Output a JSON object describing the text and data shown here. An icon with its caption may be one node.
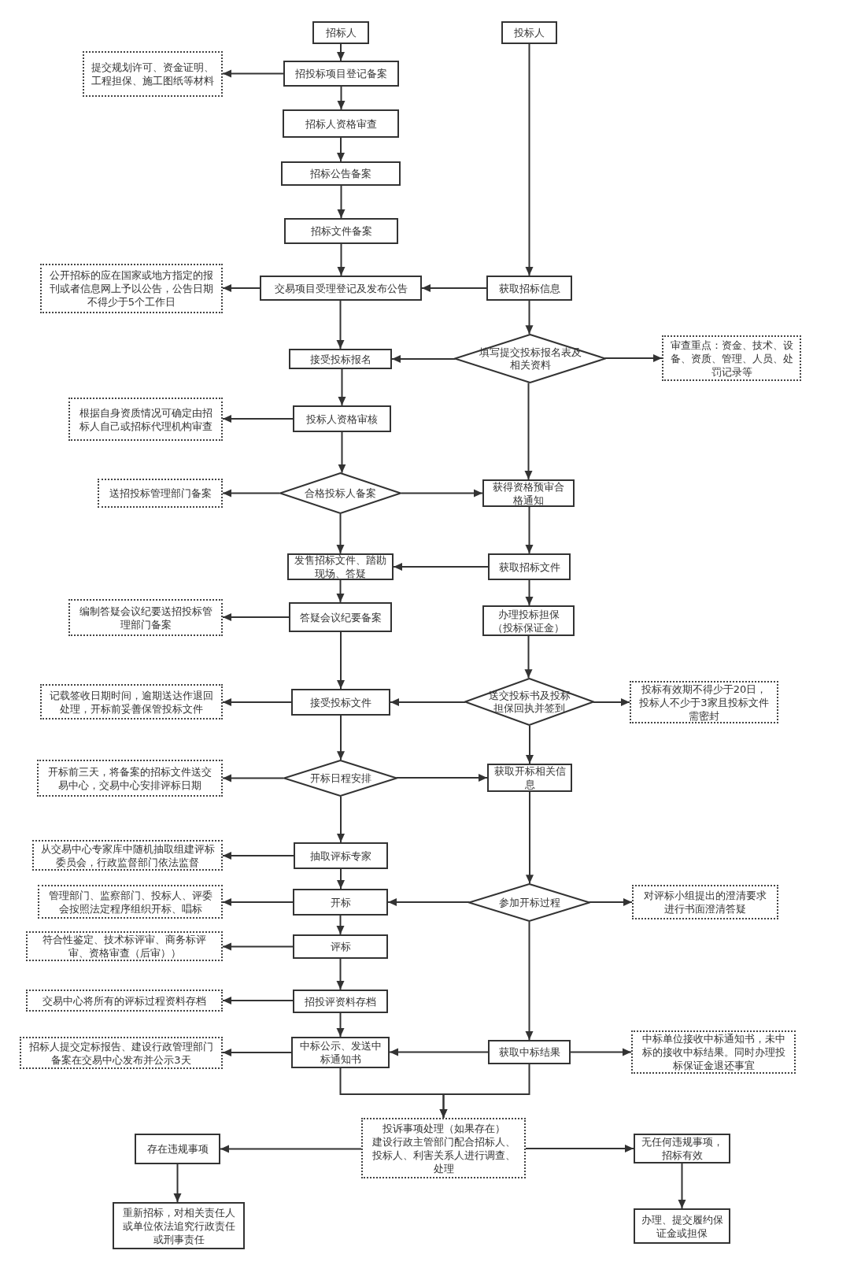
{
  "diagram": {
    "nodes": [
      {
        "text": [
          "招标人"
        ]
      },
      {
        "text": [
          "投标人"
        ]
      },
      {
        "text": [
          "招投标项目登记备案"
        ]
      },
      {
        "text": [
          "提交规划许可、资金证明、工程担保、施工图纸等材料"
        ]
      },
      {
        "text": [
          "招标人资格审查"
        ]
      },
      {
        "text": [
          "招标公告备案"
        ]
      },
      {
        "text": [
          "招标文件备案"
        ]
      },
      {
        "text": [
          "交易项目受理登记及发布公告"
        ]
      },
      {
        "text": [
          "公开招标的应在国家或地方指定的报刊或者信息网上予以公告，公告日期不得少于5个工作日"
        ]
      },
      {
        "text": [
          "获取招标信息"
        ]
      },
      {
        "text": [
          "接受投标报名"
        ]
      },
      {
        "text": [
          "填写提交投标报名表及相关资料"
        ]
      },
      {
        "text": [
          "审查重点：资金、技术、设备、资质、管理、人员、处罚记录等"
        ]
      },
      {
        "text": [
          "投标人资格审核"
        ]
      },
      {
        "text": [
          "根据自身资质情况可确定由招标人自己或招标代理机构审查"
        ]
      },
      {
        "text": [
          "合格投标人备案"
        ]
      },
      {
        "text": [
          "送招投标管理部门备案"
        ]
      },
      {
        "text": [
          "获得资格预审合格通知"
        ]
      },
      {
        "text": [
          "发售招标文件、踏勘现场、答疑"
        ]
      },
      {
        "text": [
          "获取招标文件"
        ]
      },
      {
        "text": [
          "答疑会议纪要备案"
        ]
      },
      {
        "text": [
          "编制答疑会议纪要送招投标管理部门备案"
        ]
      },
      {
        "text": [
          "办理投标担保（投标保证金）"
        ]
      },
      {
        "text": [
          "接受投标文件"
        ]
      },
      {
        "text": [
          "记载签收日期时间，逾期送达作退回处理，开标前妥善保管投标文件"
        ]
      },
      {
        "text": [
          "送交投标书及投标担保回执并签到"
        ]
      },
      {
        "text": [
          "投标有效期不得少于20日，投标人不少于3家且投标文件需密封"
        ]
      },
      {
        "text": [
          "开标日程安排"
        ]
      },
      {
        "text": [
          "开标前三天，将备案的招标文件送交易中心，交易中心安排评标日期"
        ]
      },
      {
        "text": [
          "获取开标相关信息"
        ]
      },
      {
        "text": [
          "抽取评标专家"
        ]
      },
      {
        "text": [
          "从交易中心专家库中随机抽取组建评标委员会，行政监督部门依法监督"
        ]
      },
      {
        "text": [
          "开标"
        ]
      },
      {
        "text": [
          "管理部门、监察部门、投标人、评委会按照法定程序组织开标、唱标"
        ]
      },
      {
        "text": [
          "参加开标过程"
        ]
      },
      {
        "text": [
          "对评标小组提出的澄清要求进行书面澄清答疑"
        ]
      },
      {
        "text": [
          "评标"
        ]
      },
      {
        "text": [
          "符合性鉴定、技术标评审、商务标评审、资格审查（后审））"
        ]
      },
      {
        "text": [
          "招投评资料存档"
        ]
      },
      {
        "text": [
          "交易中心将所有的评标过程资料存档"
        ]
      },
      {
        "text": [
          "中标公示、发送中标通知书"
        ]
      },
      {
        "text": [
          "招标人提交定标报告、建设行政管理部门备案在交易中心发布并公示3天"
        ]
      },
      {
        "text": [
          "获取中标结果"
        ]
      },
      {
        "text": [
          "中标单位接收中标通知书，未中标的接收中标结果。同时办理投标保证金退还事宜"
        ]
      },
      {
        "text": [
          "投诉事项处理（如果存在）",
          "建设行政主管部门配合招标人、投标人、利害关系人进行调查、处理"
        ]
      },
      {
        "text": [
          "存在违规事项"
        ]
      },
      {
        "text": [
          "无任何违规事项，招标有效"
        ]
      },
      {
        "text": [
          "重新招标，对相关责任人或单位依法追究行政责任或刑事责任"
        ]
      },
      {
        "text": [
          "办理、提交履约保证金或担保"
        ]
      }
    ],
    "edges": [
      {
        "from": 0,
        "to": 2,
        "arrow": "to"
      },
      {
        "from": 2,
        "to": 3,
        "arrow": "to"
      },
      {
        "from": 2,
        "to": 4,
        "arrow": "to"
      },
      {
        "from": 4,
        "to": 5,
        "arrow": "to"
      },
      {
        "from": 5,
        "to": 6,
        "arrow": "to"
      },
      {
        "from": 6,
        "to": 7,
        "arrow": "to"
      },
      {
        "from": 7,
        "to": 8,
        "arrow": "to"
      },
      {
        "from": 1,
        "to": 9,
        "arrow": "to"
      },
      {
        "from": 9,
        "to": 7,
        "arrow": "to"
      },
      {
        "from": 7,
        "to": 10,
        "arrow": "to"
      },
      {
        "from": 9,
        "to": 11,
        "arrow": "to"
      },
      {
        "from": 11,
        "to": 10,
        "arrow": "to"
      },
      {
        "from": 11,
        "to": 12,
        "arrow": "to"
      },
      {
        "from": 10,
        "to": 13,
        "arrow": "to"
      },
      {
        "from": 13,
        "to": 14,
        "arrow": "to"
      },
      {
        "from": 13,
        "to": 15,
        "arrow": "to"
      },
      {
        "from": 15,
        "to": 16,
        "arrow": "to"
      },
      {
        "from": 15,
        "to": 17,
        "arrow": "to"
      },
      {
        "from": 11,
        "to": 17,
        "arrow": "to"
      },
      {
        "from": 15,
        "to": 18,
        "arrow": "to"
      },
      {
        "from": 17,
        "to": 19,
        "arrow": "to"
      },
      {
        "from": 19,
        "to": 18,
        "arrow": "to"
      },
      {
        "from": 18,
        "to": 20,
        "arrow": "to"
      },
      {
        "from": 20,
        "to": 21,
        "arrow": "to"
      },
      {
        "from": 19,
        "to": 22,
        "arrow": "to"
      },
      {
        "from": 20,
        "to": 23,
        "arrow": "to"
      },
      {
        "from": 22,
        "to": 25,
        "arrow": "to"
      },
      {
        "from": 25,
        "to": 23,
        "arrow": "to"
      },
      {
        "from": 25,
        "to": 26,
        "arrow": "to"
      },
      {
        "from": 23,
        "to": 24,
        "arrow": "to"
      },
      {
        "from": 23,
        "to": 27,
        "arrow": "to"
      },
      {
        "from": 27,
        "to": 28,
        "arrow": "to"
      },
      {
        "from": 27,
        "to": 29,
        "arrow": "to"
      },
      {
        "from": 25,
        "to": 29,
        "arrow": "to"
      },
      {
        "from": 27,
        "to": 30,
        "arrow": "to"
      },
      {
        "from": 30,
        "to": 31,
        "arrow": "to"
      },
      {
        "from": 29,
        "to": 34,
        "arrow": "to"
      },
      {
        "from": 30,
        "to": 32,
        "arrow": "to"
      },
      {
        "from": 34,
        "to": 32,
        "arrow": "to"
      },
      {
        "from": 34,
        "to": 35,
        "arrow": "to"
      },
      {
        "from": 32,
        "to": 33,
        "arrow": "to"
      },
      {
        "from": 32,
        "to": 36,
        "arrow": "to"
      },
      {
        "from": 36,
        "to": 37,
        "arrow": "to"
      },
      {
        "from": 36,
        "to": 38,
        "arrow": "to"
      },
      {
        "from": 38,
        "to": 39,
        "arrow": "to"
      },
      {
        "from": 38,
        "to": 40,
        "arrow": "to"
      },
      {
        "from": 34,
        "to": 42,
        "arrow": "to"
      },
      {
        "from": 42,
        "to": 40,
        "arrow": "to"
      },
      {
        "from": 40,
        "to": 41,
        "arrow": "to"
      },
      {
        "from": 42,
        "to": 43,
        "arrow": "to"
      },
      {
        "from": 40,
        "to": 44,
        "arrow": "to"
      },
      {
        "from": 42,
        "to": 44,
        "arrow": "to"
      },
      {
        "from": 44,
        "to": 45,
        "arrow": "to"
      },
      {
        "from": 44,
        "to": 46,
        "arrow": "to"
      },
      {
        "from": 45,
        "to": 47,
        "arrow": "to"
      },
      {
        "from": 46,
        "to": 48,
        "arrow": "to"
      }
    ]
  }
}
